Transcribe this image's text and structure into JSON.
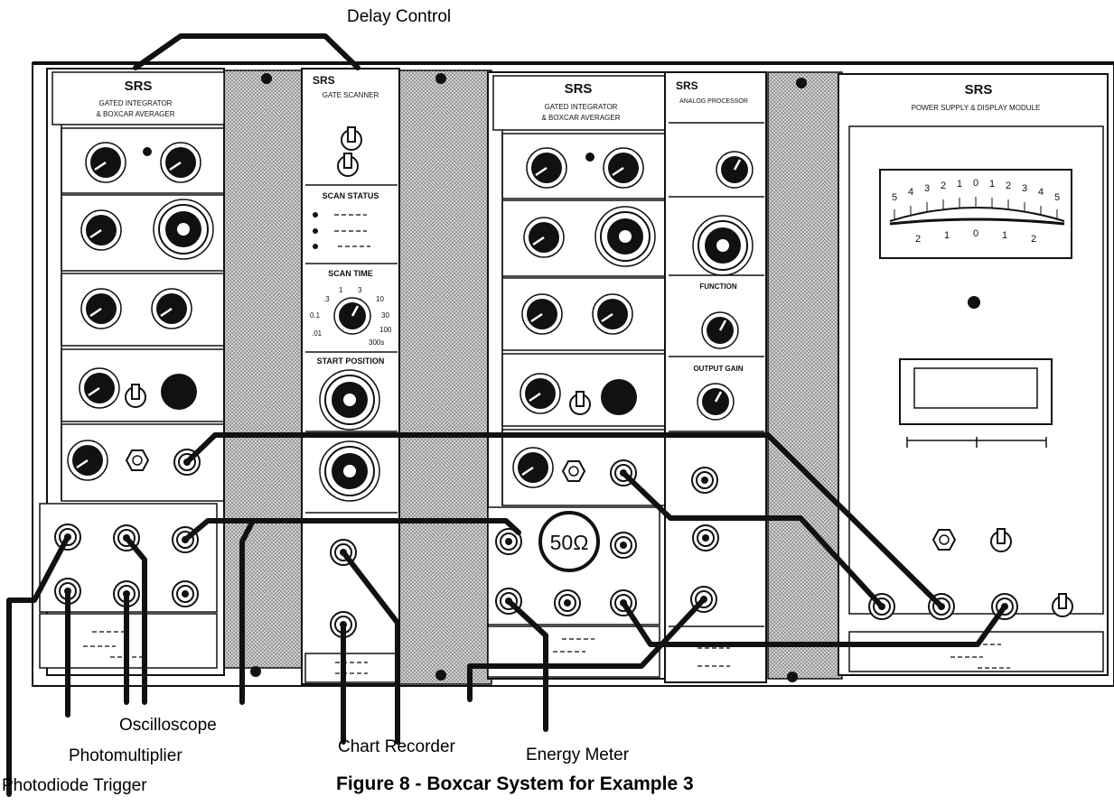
{
  "labels": {
    "delay_control": "Delay Control",
    "oscilloscope": "Oscilloscope",
    "photomultiplier": "Photomultiplier",
    "photodiode_trigger": "Photodiode Trigger",
    "chart_recorder": "Chart Recorder",
    "energy_meter": "Energy Meter"
  },
  "caption": "Figure 8 - Boxcar System for Example 3",
  "panel_text": {
    "srs": "SRS",
    "gated_integrator_line1": "GATED INTEGRATOR",
    "gated_integrator_line2": "& BOXCAR AVERAGER",
    "gate_scanner": "GATE SCANNER",
    "scan_status": "SCAN STATUS",
    "scan_time": "SCAN TIME",
    "start_position": "START POSITION",
    "analog_processor": "ANALOG PROCESSOR",
    "output_gain": "OUTPUT GAIN",
    "function": "FUNCTION",
    "power_supply": "POWER SUPPLY & DISPLAY MODULE",
    "ohm_label": "50Ω",
    "scan_time_marks": [
      ".3",
      "1",
      "3",
      "10",
      "0.1",
      "30",
      ".01",
      "100",
      "300s"
    ],
    "meter_top_marks": [
      "5",
      "4",
      "3",
      "2",
      "1",
      "0",
      "1",
      "2",
      "3",
      "4",
      "5"
    ],
    "meter_bottom_marks": [
      "2",
      "1",
      "0",
      "1",
      "2"
    ]
  },
  "colors": {
    "panel": "#ffffff",
    "stipple": "#b9b9b9",
    "ink": "#111111"
  }
}
